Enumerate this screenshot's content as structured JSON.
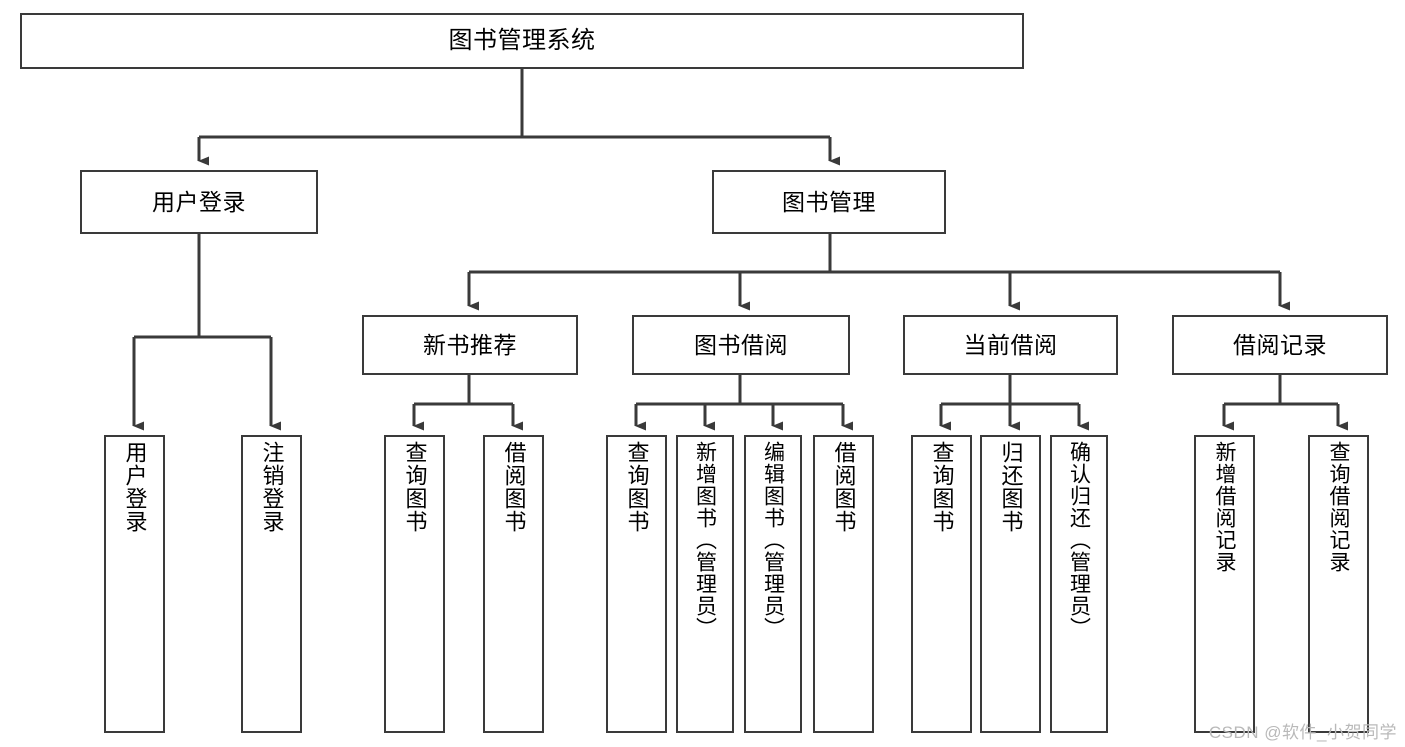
{
  "diagram": {
    "title": "图书管理系统",
    "type": "tree-hierarchy-chart",
    "colors": {
      "background": "#ffffff",
      "node_fill": "#ffffff",
      "node_stroke": "#3a3a3a",
      "edge_stroke": "#3a3a3a",
      "text": "#000000",
      "watermark": "#b9b9b9"
    },
    "root": {
      "label": "图书管理系统"
    },
    "level1": [
      {
        "label": "用户登录"
      },
      {
        "label": "图书管理"
      }
    ],
    "level2": [
      {
        "label": "新书推荐"
      },
      {
        "label": "图书借阅"
      },
      {
        "label": "当前借阅"
      },
      {
        "label": "借阅记录"
      }
    ],
    "leaves": {
      "user_login": [
        {
          "label": "用户登录"
        },
        {
          "label": "注销登录"
        }
      ],
      "new_book_recommend": [
        {
          "label": "查询图书"
        },
        {
          "label": "借阅图书"
        }
      ],
      "book_borrow": [
        {
          "label": "查询图书"
        },
        {
          "label": "新增图书（管理员）"
        },
        {
          "label": "编辑图书（管理员）"
        },
        {
          "label": "借阅图书"
        }
      ],
      "current_borrow": [
        {
          "label": "查询图书"
        },
        {
          "label": "归还图书"
        },
        {
          "label": "确认归还（管理员）"
        }
      ],
      "borrow_record": [
        {
          "label": "新增借阅记录"
        },
        {
          "label": "查询借阅记录"
        }
      ]
    }
  },
  "watermark": {
    "text": "CSDN @软件_小贺同学"
  }
}
